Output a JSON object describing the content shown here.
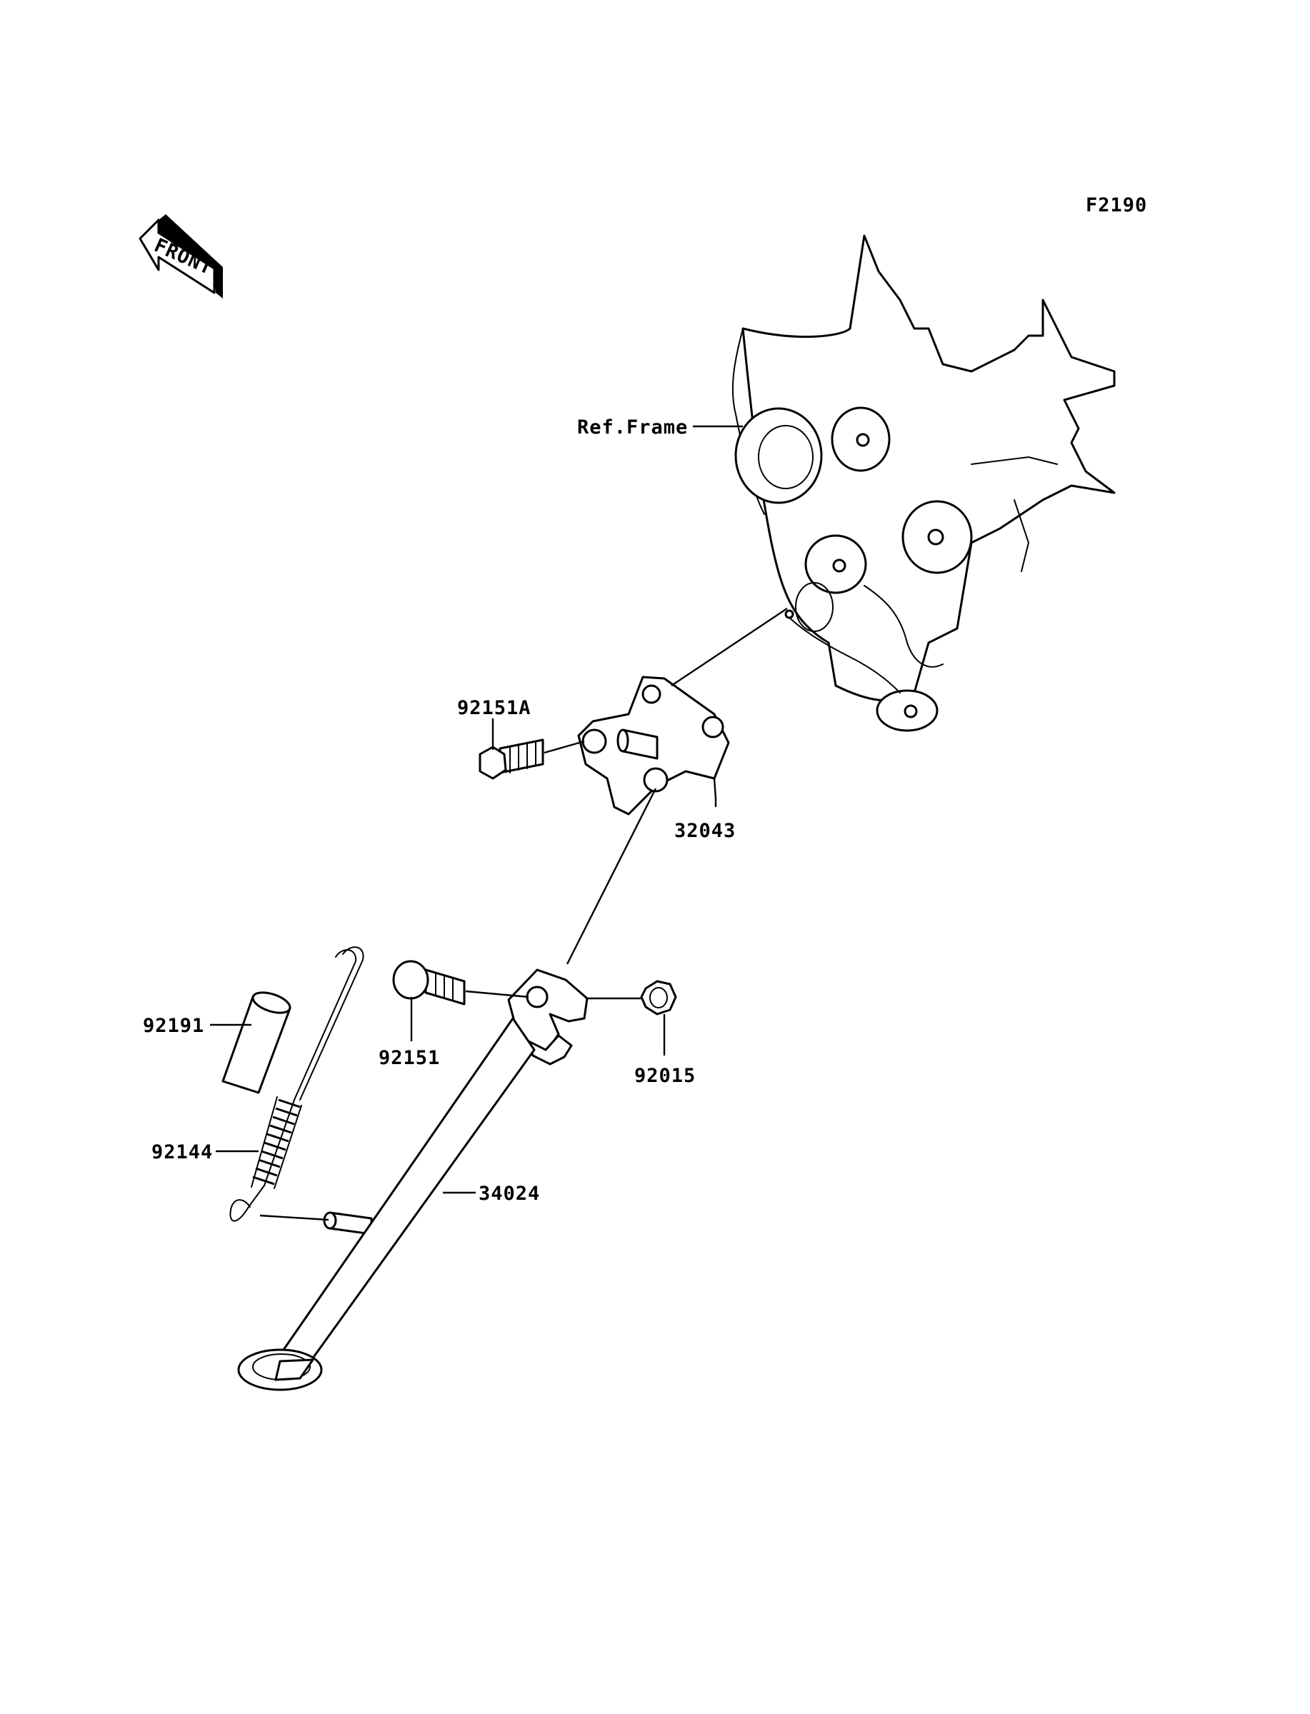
{
  "figure_code": "F2190",
  "front_badge": "FRONT",
  "labels": {
    "ref_frame": "Ref.Frame",
    "p92151A": "92151A",
    "p32043": "32043",
    "p92191": "92191",
    "p92151": "92151",
    "p92015": "92015",
    "p92144": "92144",
    "p34024": "34024"
  }
}
